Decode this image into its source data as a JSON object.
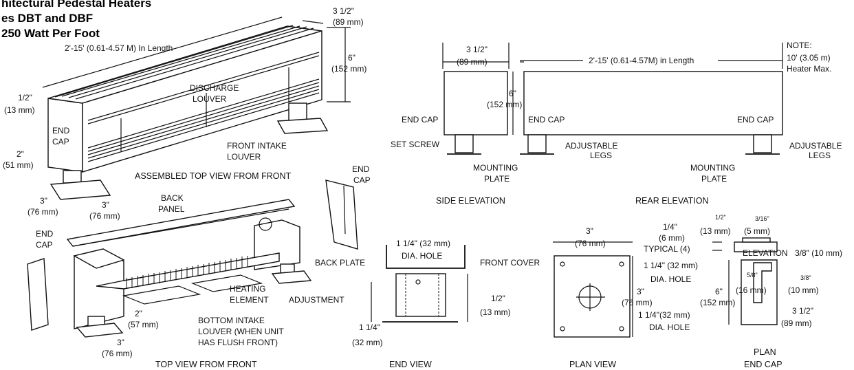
{
  "header": {
    "line1": "hitectural Pedestal Heaters",
    "line2": "es DBT and DBF",
    "line3": "250 Watt Per Foot"
  },
  "assembled": {
    "length": "2'-15' (0.61-4.57 M) In Length",
    "depth": "3 1/2\"",
    "depth_mm": "(89 mm)",
    "height": "6\"",
    "height_mm": "(152 mm)",
    "half": "1/2\"",
    "half_mm": "(13 mm)",
    "discharge1": "DISCHARGE",
    "discharge2": "LOUVER",
    "endcap1": "END",
    "endcap2": "CAP",
    "intake1": "FRONT INTAKE",
    "intake2": "LOUVER",
    "leg": "2\"",
    "leg_mm": "(51 mm)",
    "plate_a": "3\"",
    "plate_a_mm": "(76 mm)",
    "plate_b": "3\"",
    "plate_b_mm": "(76 mm)",
    "caption": "ASSEMBLED TOP VIEW FROM FRONT"
  },
  "topview": {
    "back1": "BACK",
    "back2": "PANEL",
    "endcap_l1": "END",
    "endcap_l2": "CAP",
    "endcap_r1": "END",
    "endcap_r2": "CAP",
    "heating1": "HEATING",
    "heating2": "ELEMENT",
    "adjustment": "ADJUSTMENT",
    "dim_2": "2\"",
    "dim_2_mm": "(57 mm)",
    "bottom1": "BOTTOM INTAKE",
    "bottom2": "LOUVER (WHEN UNIT",
    "bottom3": "HAS FLUSH FRONT)",
    "dim_3": "3\"",
    "dim_3_mm": "(76 mm)",
    "caption": "TOP VIEW FROM FRONT"
  },
  "side": {
    "width": "3 1/2\"",
    "width_mm": "(89 mm)",
    "height": "6\"",
    "height_mm": "(152 mm)",
    "endcap": "END CAP",
    "setscrew": "SET SCREW",
    "mount1": "MOUNTING",
    "mount2": "PLATE",
    "caption": "SIDE ELEVATION"
  },
  "rear": {
    "length": "2'-15' (0.61-4.57M) in Length",
    "note1": "NOTE:",
    "note2": "10' (3.05 m)",
    "note3": "Heater Max.",
    "endcap_l": "END CAP",
    "endcap_r": "END CAP",
    "adj_l1": "ADJUSTABLE",
    "adj_l2": "LEGS",
    "adj_r1": "ADJUSTABLE",
    "adj_r2": "LEGS",
    "mount1": "MOUNTING",
    "mount2": "PLATE",
    "caption": "REAR ELEVATION"
  },
  "endview": {
    "hole": "1 1/4\" (32 mm)",
    "hole2": "DIA. HOLE",
    "backplate": "BACK PLATE",
    "frontcover": "FRONT COVER",
    "half": "1/2\"",
    "half_mm": "(13 mm)",
    "dim": "1 1/4\"",
    "dim_mm": "(32 mm)",
    "caption": "END VIEW"
  },
  "planview": {
    "width": "3\"",
    "width_mm": "(76 mm)",
    "quarter": "1/4\"",
    "quarter_mm": "(6 mm)",
    "typical": "TYPICAL (4)",
    "hole_a": "1 1/4\" (32 mm)",
    "hole_a2": "DIA. HOLE",
    "height": "3\"",
    "height_mm": "(76 mm)",
    "hole_b": "1 1/4\"(32 mm)",
    "hole_b2": "DIA. HOLE",
    "caption": "PLAN VIEW"
  },
  "plancap": {
    "half": "1/2\"",
    "half_mm": "(13 mm)",
    "three16": "3/16\"",
    "three16_mm": "(5 mm)",
    "elevation": "ELEVATION",
    "three8": "3/8\" (10 mm)",
    "five8": "5/8\"",
    "five8_mm": "(16 mm)",
    "three8b": "3/8\"",
    "three8b_mm": "(10 mm)",
    "height": "6\"",
    "height_mm": "(152 mm)",
    "width": "3 1/2\"",
    "width_mm": "(89 mm)",
    "caption1": "PLAN",
    "caption2": "END CAP"
  }
}
